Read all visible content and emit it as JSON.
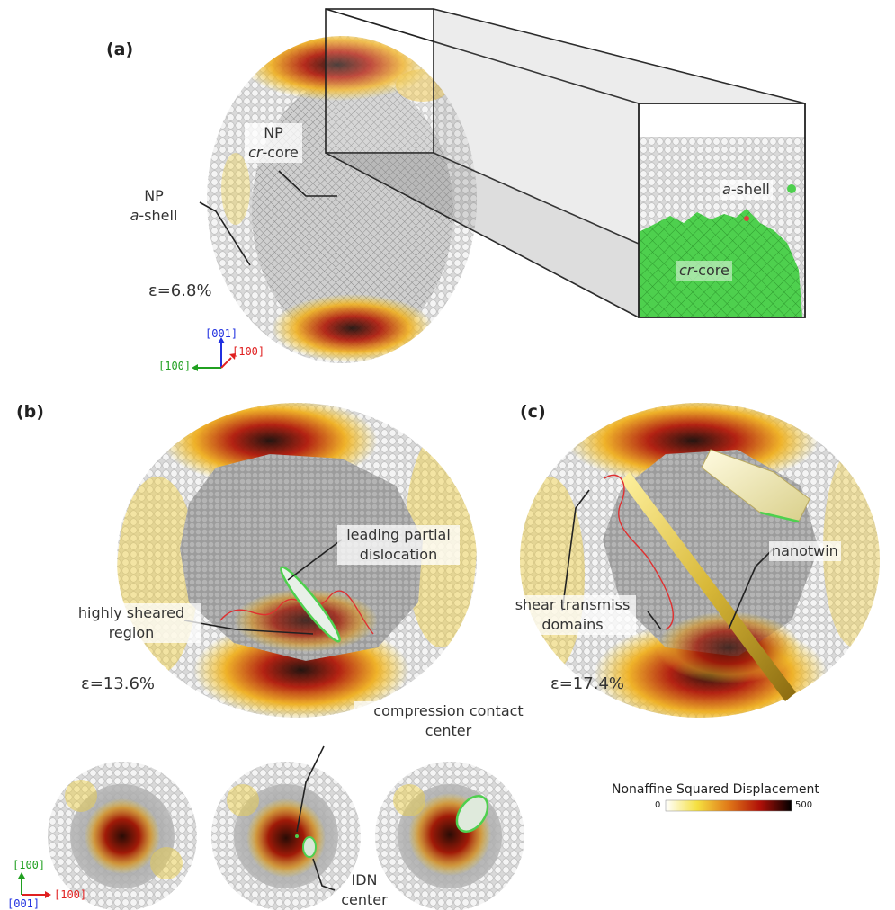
{
  "panels": {
    "a": {
      "letter": "(a)",
      "strain": "ε=6.8%",
      "label_core_top": "NP",
      "label_core_bottom_pre": "cr",
      "label_core_bottom_post": "-core",
      "label_shell_top": "NP",
      "label_shell_bottom_pre": "a",
      "label_shell_bottom_post": "-shell",
      "inset_shell_pre": "a",
      "inset_shell_post": "-shell",
      "inset_core_pre": "cr",
      "inset_core_post": "-core"
    },
    "b": {
      "letter": "(b)",
      "strain": "ε=13.6%",
      "label_dislocation": [
        "leading partial",
        "dislocation"
      ],
      "label_sheared": [
        "highly sheared",
        "region"
      ]
    },
    "c": {
      "letter": "(c)",
      "strain": "ε=17.4%",
      "label_nanotwin": "nanotwin",
      "label_shear": [
        "shear transmiss",
        "domains"
      ]
    }
  },
  "bottom": {
    "label_contact": [
      "compression contact",
      "center"
    ],
    "label_idn": [
      "IDN",
      "center"
    ]
  },
  "axes_top": {
    "z": "[001]",
    "y": "[100]",
    "x": "[100]"
  },
  "axes_bottom": {
    "y": "[100]",
    "x": "[100]",
    "z": "[001]"
  },
  "colorbar": {
    "title": "Nonaffine Squared Displacement",
    "min": "0",
    "max": "500"
  },
  "colors": {
    "hot_yellow": "#f5d030",
    "hot_red": "#c02010",
    "hot_black": "#1a0a05",
    "green": "#4ed04e",
    "crystal_grey": "#9a9a9a",
    "atom_white": "#e8e8e8"
  }
}
